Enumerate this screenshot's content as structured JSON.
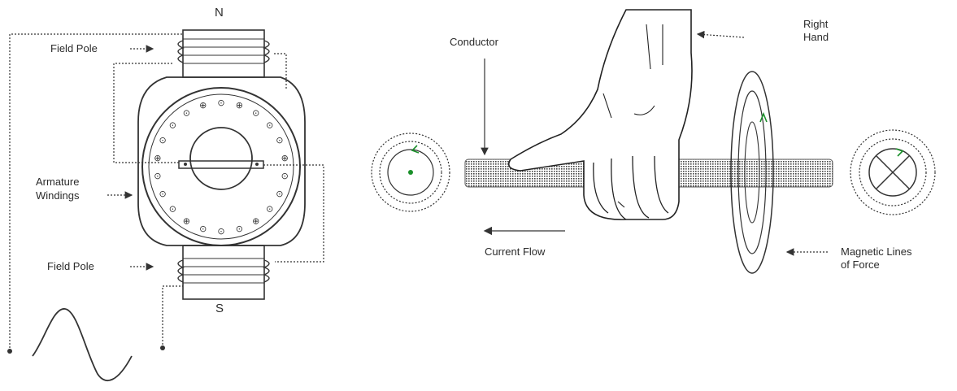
{
  "motor": {
    "north_label": "N",
    "south_label": "S",
    "field_pole_top_label": "Field Pole",
    "field_pole_bottom_label": "Field Pole",
    "armature_label_line1": "Armature",
    "armature_label_line2": "Windings",
    "dot_symbol": "⊙",
    "cross_symbol": "⊕"
  },
  "right_hand_rule": {
    "conductor_label": "Conductor",
    "hand_label_line1": "Right",
    "hand_label_line2": "Hand",
    "current_label": "Current Flow",
    "field_label_line1": "Magnetic Lines",
    "field_label_line2": "of Force"
  }
}
